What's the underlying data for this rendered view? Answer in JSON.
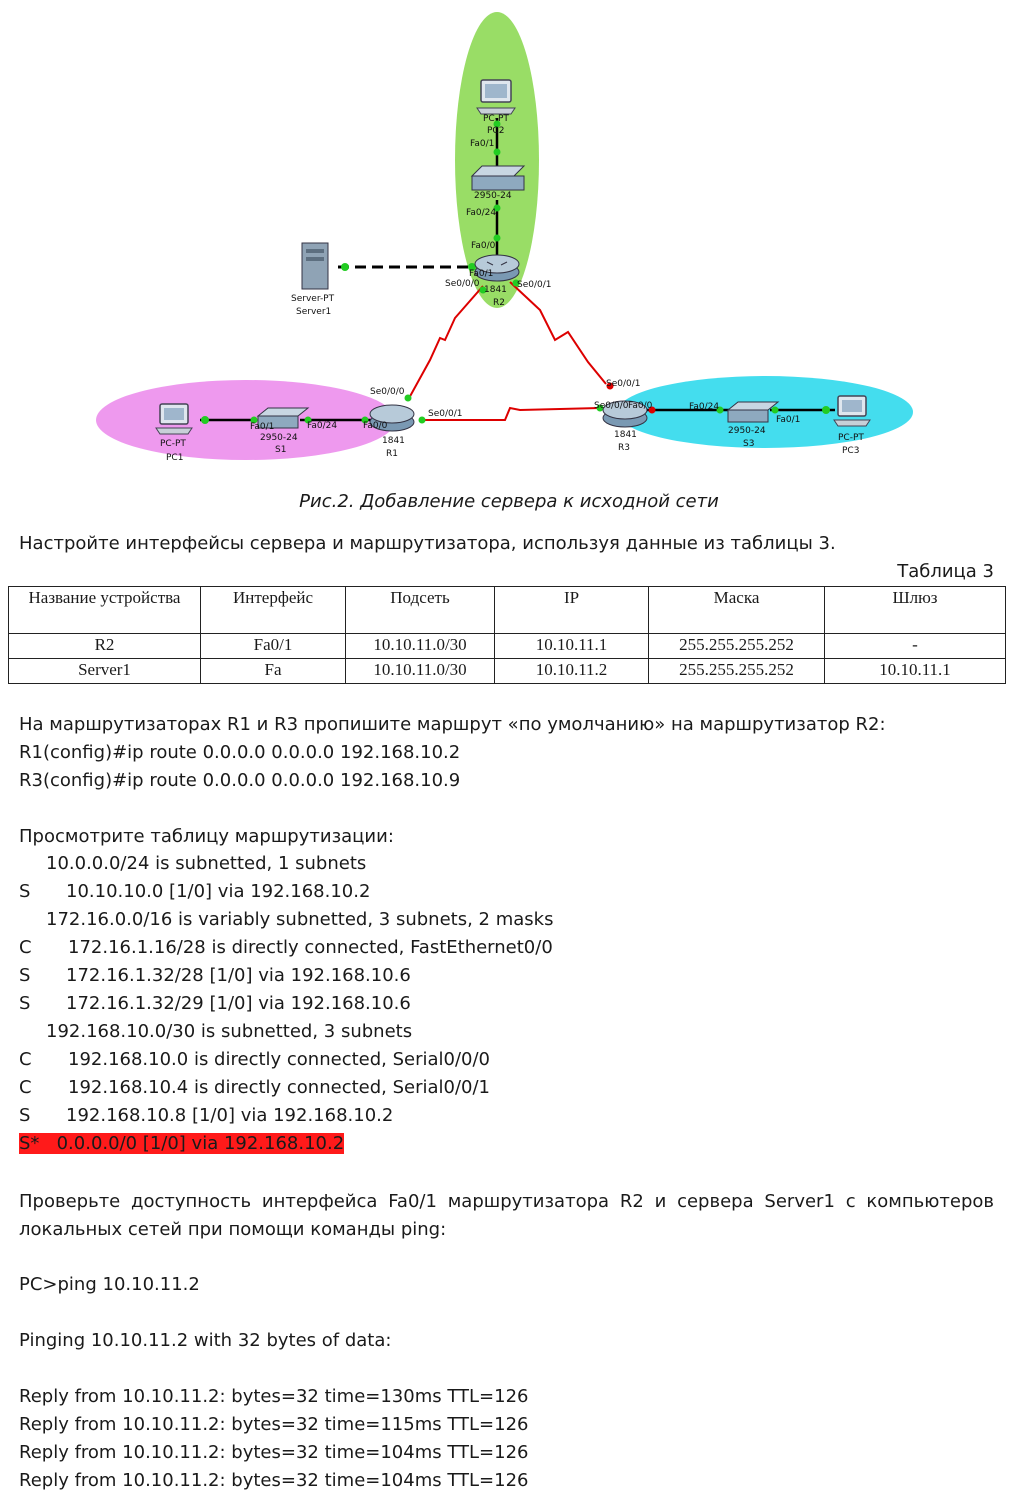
{
  "diagram": {
    "devices": {
      "pc2_type": "PC-PT",
      "pc2_name": "PC2",
      "sw2_model": "2950-24",
      "r2_model": "1841",
      "r2_name": "R2",
      "server_type": "Server-PT",
      "server_name": "Server1",
      "pc1_type": "PC-PT",
      "pc1_name": "PC1",
      "s1_model": "2950-24",
      "s1_name": "S1",
      "r1_model": "1841",
      "r1_name": "R1",
      "r3_model": "1841",
      "r3_name": "R3",
      "s3_model": "2950-24",
      "s3_name": "S3",
      "pc3_type": "PC-PT",
      "pc3_name": "PC3"
    },
    "ports": {
      "pc2_sw_fa01": "Fa0/1",
      "sw2_fa024": "Fa0/24",
      "r2_fa00": "Fa0/0",
      "r2_fa01": "Fa0/1",
      "r2_se000": "Se0/0/0",
      "r2_se001": "Se0/0/1",
      "r1_se000": "Se0/0/0",
      "r1_se001": "Se0/0/1",
      "r1_fa00": "Fa0/0",
      "s1_fa01": "Fa0/1",
      "s1_fa024": "Fa0/24",
      "r3_se001": "Se0/0/1",
      "r3_se000": "Se0/0/0",
      "r3_fa00": "Fa0/0",
      "s3_fa024": "Fa0/24",
      "s3_fa01": "Fa0/1"
    },
    "colors": {
      "lan2": "#99dd66",
      "lan1": "#ee99ee",
      "lan3": "#44ddee",
      "serial": "#dd0000",
      "link": "#000000",
      "port_up": "#22cc22",
      "port_down": "#dd0000"
    }
  },
  "caption": "Рис.2. Добавление сервера к исходной сети",
  "intro": "Настройте интерфейсы сервера и маршрутизатора, используя данные из таблицы 3.",
  "table_caption": "Таблица 3",
  "table": {
    "headers": [
      "Название устройства",
      "Интерфейс",
      "Подсеть",
      "IP",
      "Маска",
      "Шлюз"
    ],
    "rows": [
      [
        "R2",
        "Fa0/1",
        "10.10.11.0/30",
        "10.10.11.1",
        "255.255.255.252",
        "-"
      ],
      [
        "Server1",
        "Fa",
        "10.10.11.0/30",
        "10.10.11.2",
        "255.255.255.252",
        "10.10.11.1"
      ]
    ]
  },
  "default_route": {
    "text": "На маршрутизаторах R1 и R3 пропишите маршрут «по умолчанию» на маршрутизатор R2:",
    "cmd1": "R1(config)#ip route 0.0.0.0 0.0.0.0 192.168.10.2",
    "cmd2": "R3(config)#ip route 0.0.0.0 0.0.0.0 192.168.10.9"
  },
  "routing": {
    "title": "Просмотрите таблицу маршрутизации:",
    "lines": [
      {
        "code": "",
        "text": "10.0.0.0/24 is subnetted, 1 subnets"
      },
      {
        "code": "S",
        "text": "10.10.10.0 [1/0] via 192.168.10.2"
      },
      {
        "code": "",
        "text": "172.16.0.0/16 is variably subnetted, 3 subnets, 2 masks"
      },
      {
        "code": "C",
        "text": "172.16.1.16/28 is directly connected, FastEthernet0/0"
      },
      {
        "code": "S",
        "text": "172.16.1.32/28 [1/0] via 192.168.10.6"
      },
      {
        "code": "S",
        "text": "172.16.1.32/29 [1/0] via 192.168.10.6"
      },
      {
        "code": "",
        "text": "192.168.10.0/30 is subnetted, 3 subnets"
      },
      {
        "code": "C",
        "text": "192.168.10.0 is directly connected, Serial0/0/0"
      },
      {
        "code": "C",
        "text": "192.168.10.4 is directly connected, Serial0/0/1"
      },
      {
        "code": "S",
        "text": "192.168.10.8 [1/0] via 192.168.10.2"
      }
    ],
    "highlight": "S*   0.0.0.0/0 [1/0] via 192.168.10.2"
  },
  "check": {
    "text": "Проверьте доступность интерфейса Fa0/1 маршрутизатора R2 и сервера Server1 с компьютеров локальных сетей при помощи команды ping:",
    "cmd": "PC>ping 10.10.11.2",
    "pinging": "Pinging 10.10.11.2 with 32 bytes of data:",
    "replies": [
      "Reply from 10.10.11.2: bytes=32 time=130ms TTL=126",
      "Reply from 10.10.11.2: bytes=32 time=115ms TTL=126",
      "Reply from 10.10.11.2: bytes=32 time=104ms TTL=126",
      "Reply from 10.10.11.2: bytes=32 time=104ms TTL=126"
    ]
  }
}
